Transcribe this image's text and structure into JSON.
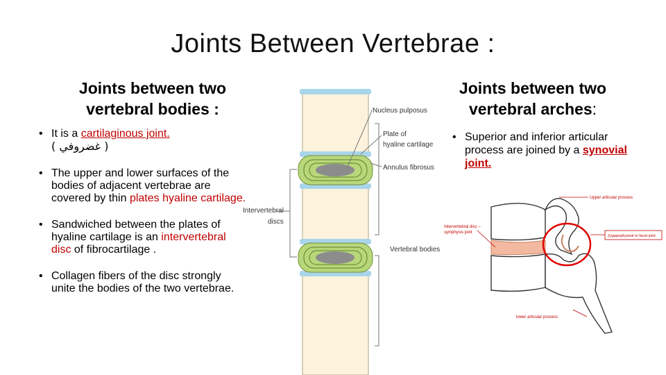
{
  "title": "Joints Between Vertebrae :",
  "left": {
    "heading_line1": "Joints between two",
    "heading_line2": "vertebral bodies :",
    "b1_text": "It is a ",
    "b1_red": "cartilaginous joint.",
    "b1_arabic": "( غضروفي )",
    "b2_text": "The upper and lower surfaces of the bodies of adjacent vertebrae are covered by thin ",
    "b2_red": "plates hyaline cartilage.",
    "b3_text1": " Sandwiched between the plates of hyaline cartilage is an ",
    "b3_red": "intervertebral disc",
    "b3_text2": " of fibrocartilage .",
    "b4_text": " Collagen fibers of the disc strongly unite the bodies of the two vertebrae."
  },
  "right": {
    "heading_line1": "Joints between two",
    "heading_line2": "vertebral arches",
    "heading_colon": ":",
    "b1_text": "Superior and inferior articular process are joined by a ",
    "b1_red": "synovial joint. "
  },
  "figure1": {
    "label_nucleus": "Nucleus pulposus",
    "label_plate1": "Plate of",
    "label_plate2": "hyaline cartilage",
    "label_annulus": "Annulus fibrosus",
    "label_disc1": "Intervertebral",
    "label_disc2": "discs",
    "label_bodies": "Vertebral bodies"
  },
  "figure2": {
    "label_upper": "Upper articular process",
    "label_disc1": "Intervertebral disc –",
    "label_disc2": "symphysis joint",
    "label_zyg": "Zygapophyseal or facet joint",
    "label_lower": "lower articular process"
  },
  "colors": {
    "accent_red": "#c00000",
    "bone": "#fdf3dd",
    "cartilage": "#a9d5ea",
    "annulus": "#b7d77a",
    "nucleus": "#8c8c8c"
  }
}
